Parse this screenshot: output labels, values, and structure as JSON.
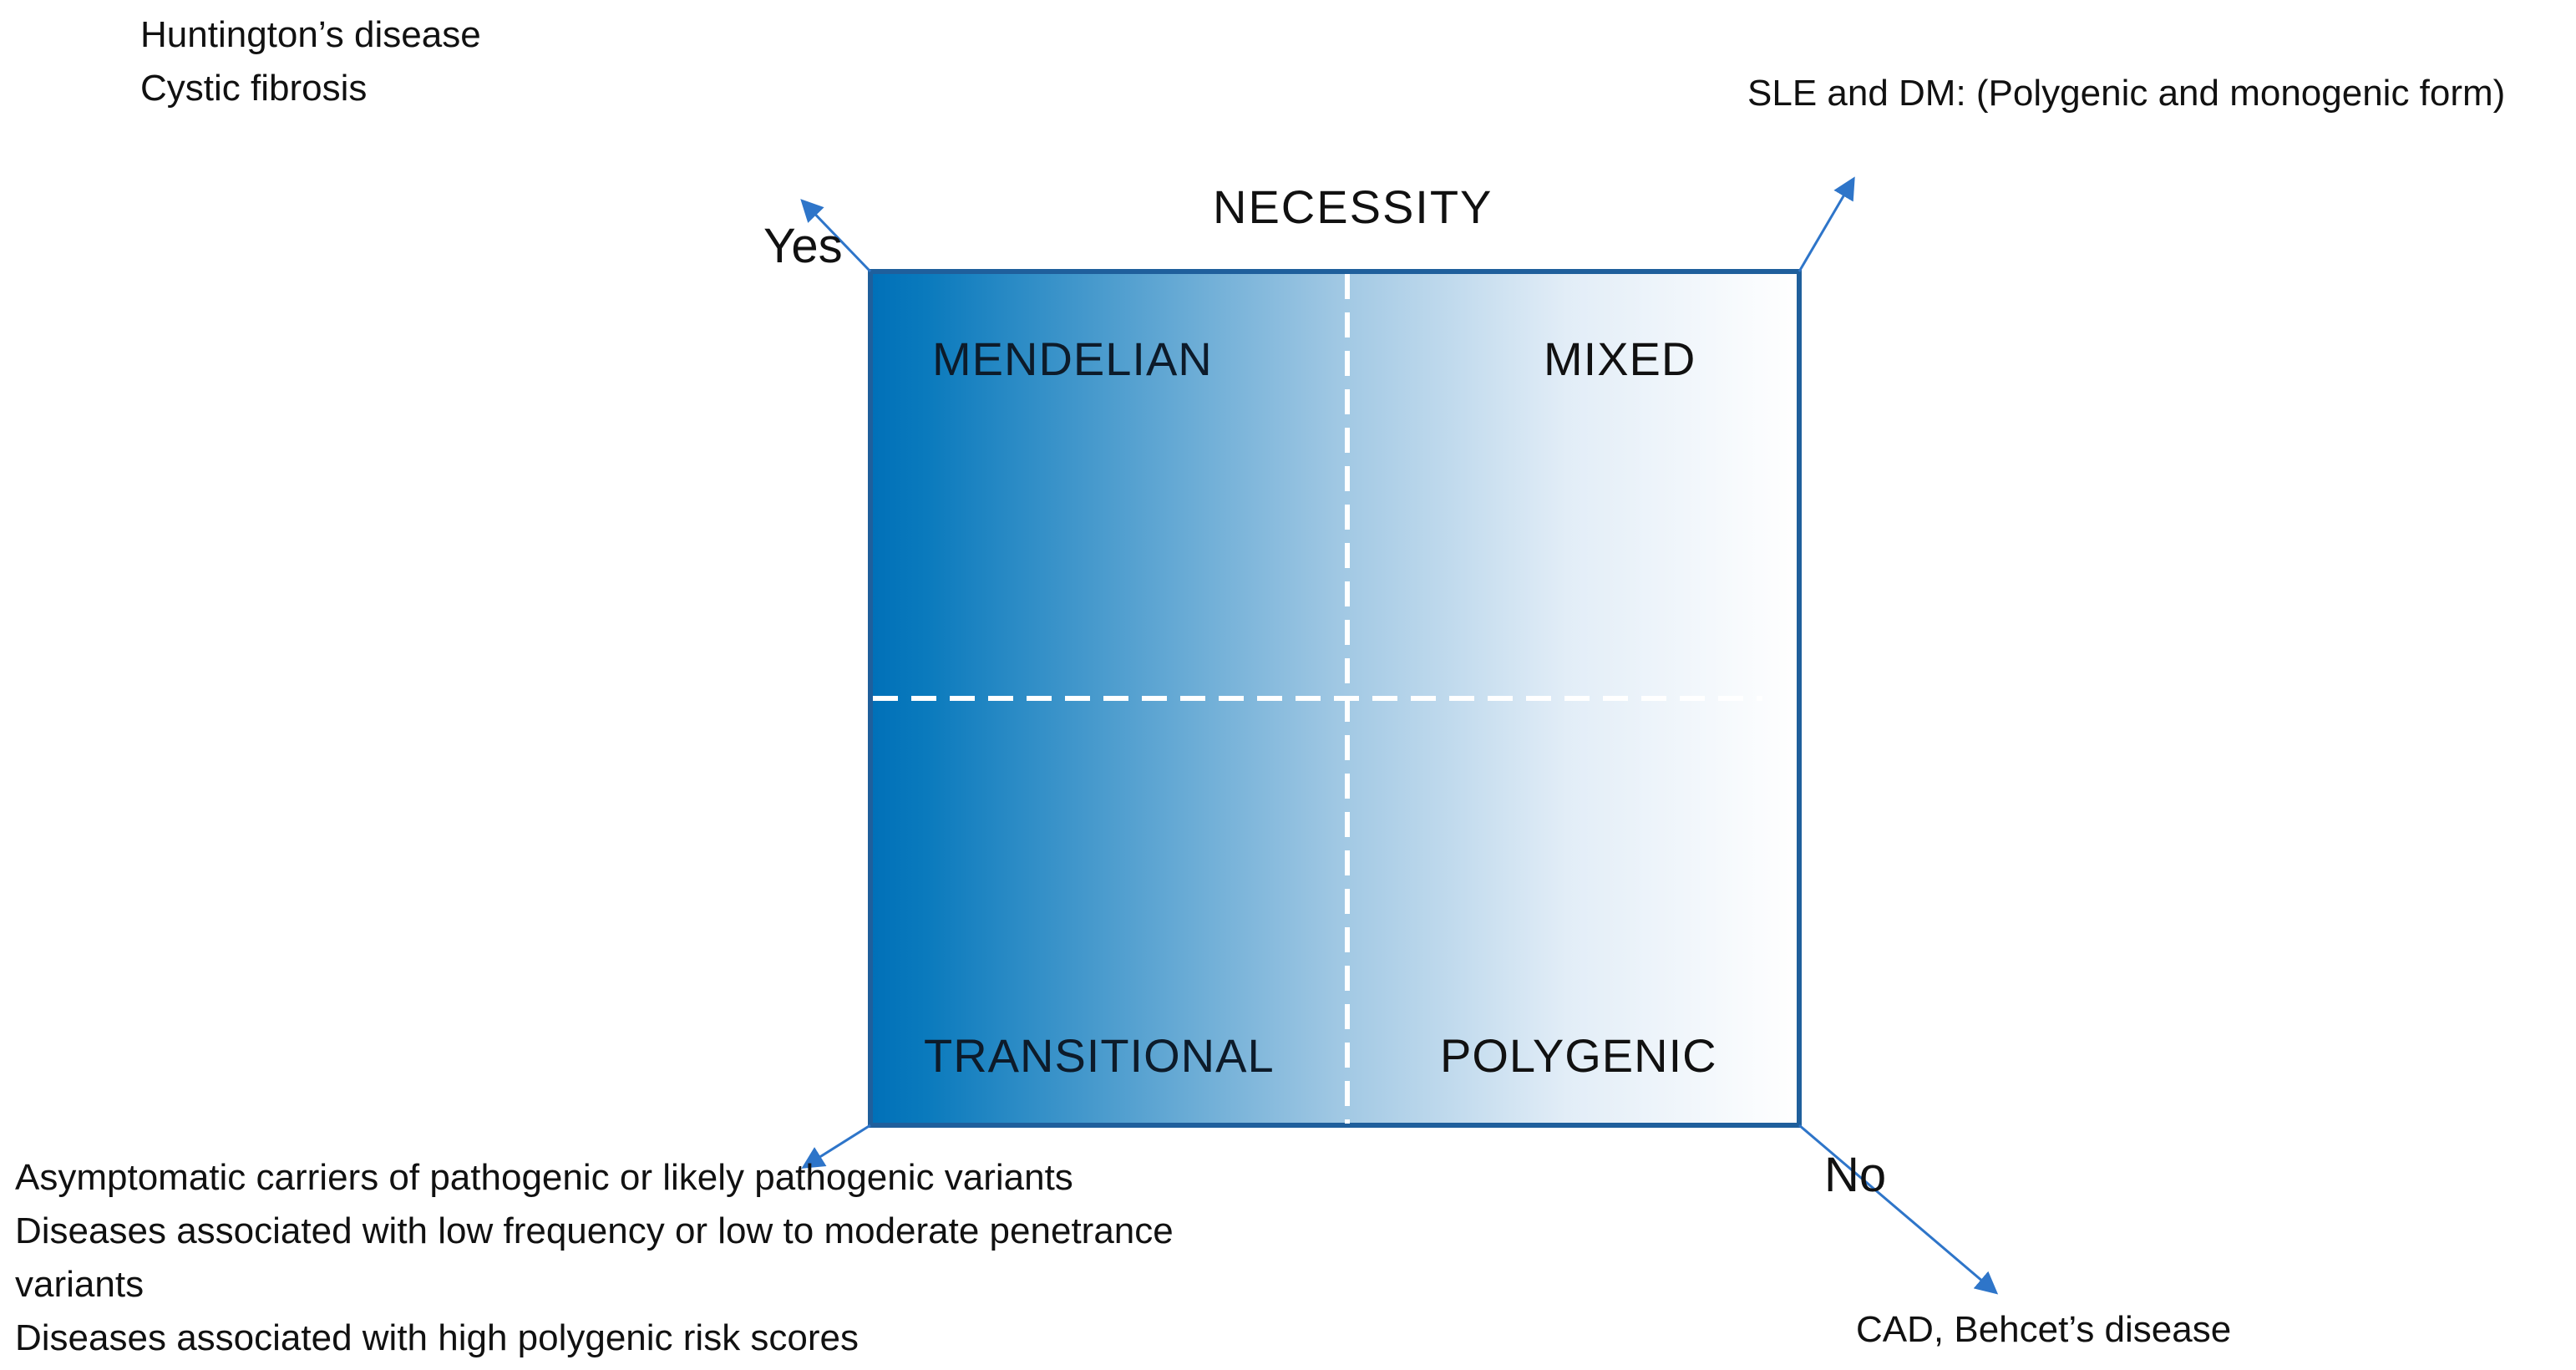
{
  "axis": {
    "title": "NECESSITY",
    "yes_label": "Yes",
    "no_label": "No"
  },
  "quadrants": {
    "top_left": "MENDELIAN",
    "top_right": "MIXED",
    "bottom_left": "TRANSITIONAL",
    "bottom_right": "POLYGENIC"
  },
  "examples": {
    "top_left": [
      "Huntington’s disease",
      "Cystic fibrosis"
    ],
    "top_right": [
      "SLE and DM: (Polygenic and monogenic form)"
    ],
    "bottom_left": [
      "Asymptomatic carriers of pathogenic or likely pathogenic variants",
      "Diseases associated with low frequency or low to moderate penetrance",
      "variants",
      "Diseases associated with high polygenic risk scores"
    ],
    "bottom_right": [
      "CAD, Behcet’s disease"
    ]
  },
  "colors": {
    "gradient_start": "#0070b8",
    "gradient_mid": "#9fc7e3",
    "gradient_end": "#ffffff",
    "border": "#1f5f9c",
    "arrow": "#2e75c9",
    "divider": "#ffffff"
  }
}
